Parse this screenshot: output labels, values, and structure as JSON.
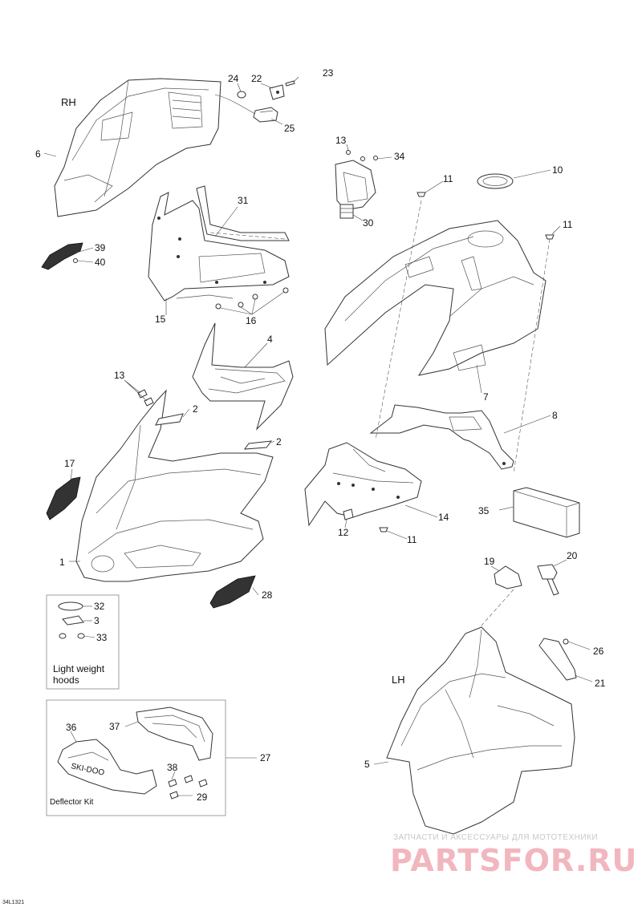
{
  "side_labels": {
    "rh": "RH",
    "lh": "LH"
  },
  "callouts": [
    {
      "id": "c23",
      "text": "23"
    },
    {
      "id": "c24",
      "text": "24"
    },
    {
      "id": "c22",
      "text": "22"
    },
    {
      "id": "c25",
      "text": "25"
    },
    {
      "id": "c6",
      "text": "6"
    },
    {
      "id": "c31",
      "text": "31"
    },
    {
      "id": "c39",
      "text": "39"
    },
    {
      "id": "c40",
      "text": "40"
    },
    {
      "id": "c15",
      "text": "15"
    },
    {
      "id": "c16",
      "text": "16"
    },
    {
      "id": "c13a",
      "text": "13"
    },
    {
      "id": "c34",
      "text": "34"
    },
    {
      "id": "c30",
      "text": "30"
    },
    {
      "id": "c11a",
      "text": "11"
    },
    {
      "id": "c10",
      "text": "10"
    },
    {
      "id": "c11b",
      "text": "11"
    },
    {
      "id": "c7",
      "text": "7"
    },
    {
      "id": "c4",
      "text": "4"
    },
    {
      "id": "c13b",
      "text": "13"
    },
    {
      "id": "c2a",
      "text": "2"
    },
    {
      "id": "c2b",
      "text": "2"
    },
    {
      "id": "c8",
      "text": "8"
    },
    {
      "id": "c17",
      "text": "17"
    },
    {
      "id": "c35",
      "text": "35"
    },
    {
      "id": "c14",
      "text": "14"
    },
    {
      "id": "c12",
      "text": "12"
    },
    {
      "id": "c11c",
      "text": "11"
    },
    {
      "id": "c1",
      "text": "1"
    },
    {
      "id": "c19",
      "text": "19"
    },
    {
      "id": "c20",
      "text": "20"
    },
    {
      "id": "c28",
      "text": "28"
    },
    {
      "id": "c32",
      "text": "32"
    },
    {
      "id": "c3",
      "text": "3"
    },
    {
      "id": "c33",
      "text": "33"
    },
    {
      "id": "c26",
      "text": "26"
    },
    {
      "id": "c21",
      "text": "21"
    },
    {
      "id": "c37",
      "text": "37"
    },
    {
      "id": "c36",
      "text": "36"
    },
    {
      "id": "c27",
      "text": "27"
    },
    {
      "id": "c5",
      "text": "5"
    },
    {
      "id": "c38",
      "text": "38"
    },
    {
      "id": "c29",
      "text": "29"
    }
  ],
  "inset_light": {
    "line1": "Light weight",
    "line2": "hoods"
  },
  "inset_deflector": {
    "caption": "Deflector Kit",
    "logo_text": "SKI-DOO"
  },
  "watermark": {
    "tagline": "ЗАПЧАСТИ И АКСЕССУАРЫ ДЛЯ МОТОТЕХНИКИ",
    "brand": "PARTSFOR.RU"
  },
  "drawing_code": "34L1321"
}
